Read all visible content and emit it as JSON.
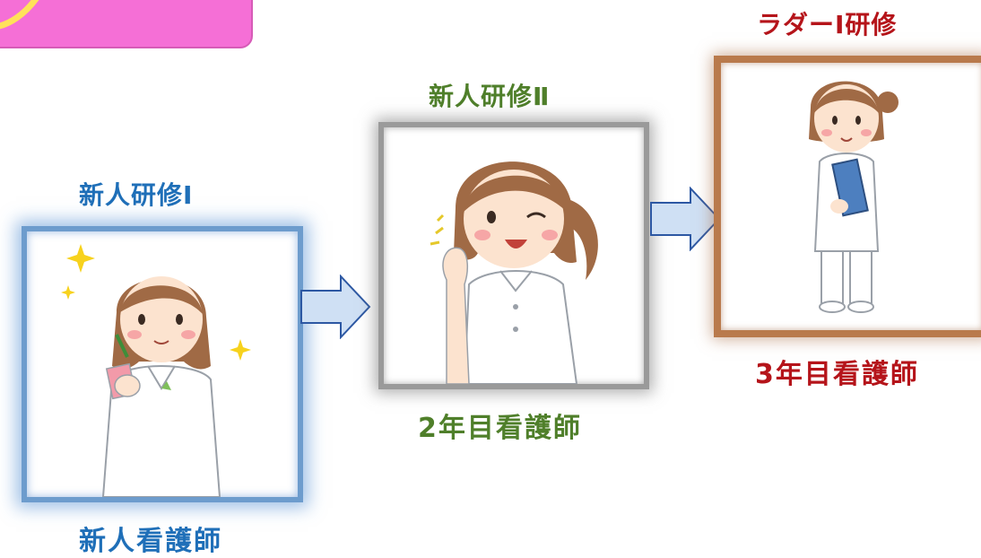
{
  "stages": [
    {
      "training": "新人研修Ⅰ",
      "role": "新人看護師",
      "image": "nurse-taking-notes",
      "training_color": "#1f6fb8",
      "role_color": "#1f6fb8"
    },
    {
      "training": "新人研修Ⅱ",
      "role": "2年目看護師",
      "image": "nurse-ok-sign",
      "training_color": "#4f7f2a",
      "role_color": "#4f7f2a"
    },
    {
      "training": "ラダーⅠ研修",
      "role": "3年目看護師",
      "image": "nurse-holding-clipboard",
      "training_color": "#b5141a",
      "role_color": "#b5141a"
    }
  ],
  "colors": {
    "banner": "#f56fd6",
    "arrow_fill": "#cfe0f4",
    "arrow_stroke": "#2d58a3"
  }
}
